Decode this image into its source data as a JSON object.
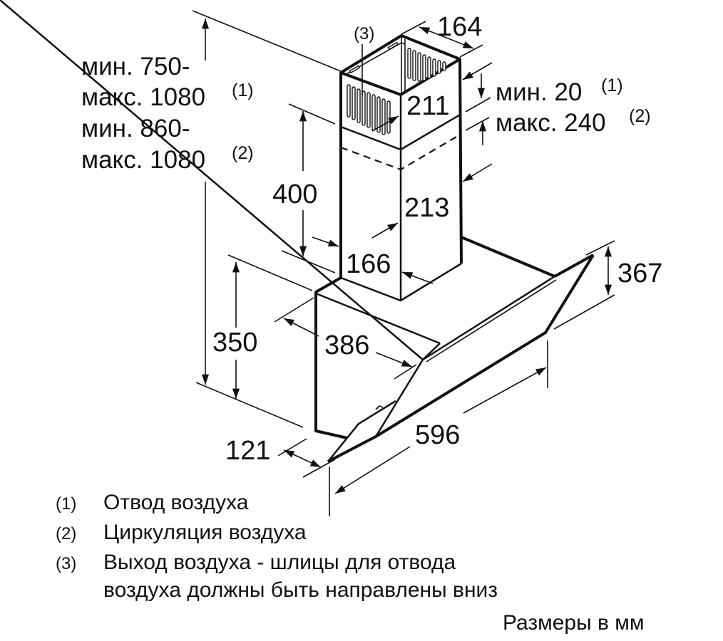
{
  "heights": {
    "line1": "мин. 750-",
    "line2": "макс. 1080",
    "line2_note": "(1)",
    "line3": "мин. 860-",
    "line4": "макс. 1080",
    "line4_note": "(2)"
  },
  "gap": {
    "line1": "мин. 20",
    "line1_note": "(1)",
    "line2": "макс. 240",
    "line2_note": "(2)"
  },
  "dimensions": {
    "chimney_width_top": "164",
    "chimney_depth_top": "211",
    "chimney_overlap": "400",
    "chimney_depth_bottom": "213",
    "chimney_width_bottom": "166",
    "glass_height": "367",
    "body_height": "350",
    "body_depth": "386",
    "width": "596",
    "glass_offset": "121",
    "outlet_callout": "(3)"
  },
  "legend": [
    {
      "num": "(1)",
      "text": "Отвод воздуха"
    },
    {
      "num": "(2)",
      "text": "Циркуляция воздуха"
    },
    {
      "num": "(3)",
      "text": "Выход воздуха - шлицы для отвода",
      "text2": "воздуха должны быть направлены вниз"
    }
  ],
  "units_note": "Размеры в мм"
}
